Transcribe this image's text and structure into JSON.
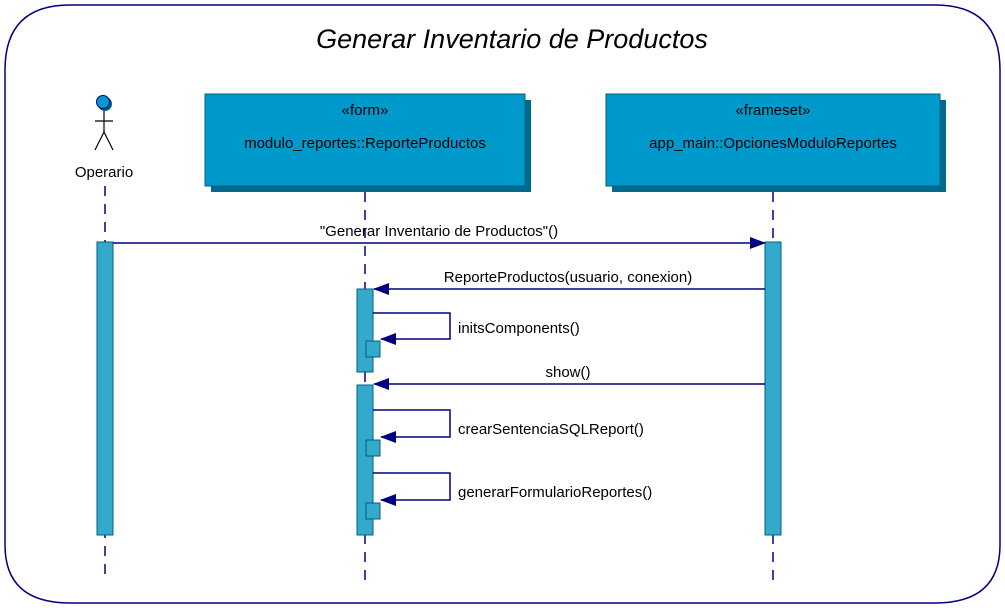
{
  "diagram": {
    "title": "Generar Inventario de Productos",
    "colors": {
      "box_fill": "#0099CC",
      "box_stroke": "#005F7F",
      "box_shadow": "#006A8C",
      "activation_fill": "#33AACC",
      "actor_fill": "#0099CC",
      "arrow": "#000080",
      "lifeline": "#000080",
      "frame": "#000080"
    },
    "actor": {
      "name": "Operario",
      "icon": "actor-stick-figure-icon"
    },
    "lifelines": [
      {
        "stereotype": "«form»",
        "name": "modulo_reportes::ReporteProductos"
      },
      {
        "stereotype": "«frameset»",
        "name": "app_main::OpcionesModuloReportes"
      }
    ],
    "messages": [
      {
        "label": "\"Generar Inventario de Productos\"()"
      },
      {
        "label": "ReporteProductos(usuario, conexion)"
      },
      {
        "label": "initsComponents()"
      },
      {
        "label": "show()"
      },
      {
        "label": "crearSentenciaSQLReport()"
      },
      {
        "label": "generarFormularioReportes()"
      }
    ]
  }
}
